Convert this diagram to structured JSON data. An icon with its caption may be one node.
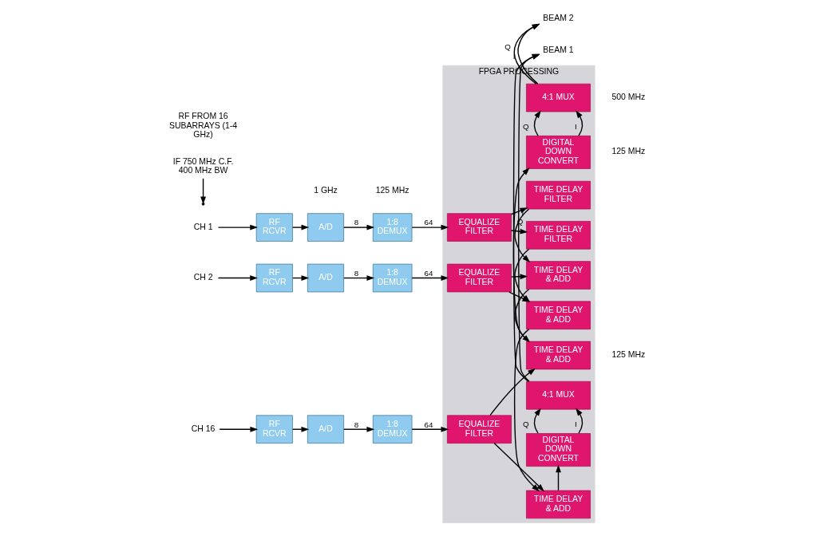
{
  "diagram": {
    "nodes": [
      {
        "text": [
          "FPGA PROCESSING"
        ]
      },
      {
        "text": [
          "CH 1"
        ]
      },
      {
        "text": [
          "RF RCVR"
        ]
      },
      {
        "text": [
          "A/D"
        ]
      },
      {
        "text": [
          "1:8 DEMUX"
        ]
      },
      {
        "text": [
          "EQUALIZE FILTER"
        ],
        "in": 0
      },
      {
        "text": [
          "TIME DELAY FILTER"
        ],
        "in": 0
      },
      {
        "text": [
          "TIME DELAY FILTER"
        ],
        "in": 0
      },
      {
        "text": [
          "CH 2"
        ]
      },
      {
        "text": [
          "RF RCVR"
        ]
      },
      {
        "text": [
          "A/D"
        ]
      },
      {
        "text": [
          "1:8 DEMUX"
        ]
      },
      {
        "text": [
          "EQUALIZE FILTER"
        ],
        "in": 0
      },
      {
        "text": [
          "TIME DELAY & ADD"
        ],
        "in": 0
      },
      {
        "text": [
          "TIME DELAY & ADD"
        ],
        "in": 0
      },
      {
        "text": [
          "CH 16"
        ]
      },
      {
        "text": [
          "RF RCVR"
        ]
      },
      {
        "text": [
          "A/D"
        ]
      },
      {
        "text": [
          "1:8 DEMUX"
        ]
      },
      {
        "text": [
          "EQUALIZE FILTER"
        ],
        "in": 0
      },
      {
        "text": [
          "TIME DELAY & ADD"
        ],
        "in": 0
      },
      {
        "text": [
          "TIME DELAY & ADD"
        ],
        "in": 0
      },
      {
        "text": [
          "DIGITAL DOWN CONVERT"
        ],
        "in": 0
      },
      {
        "text": [
          "DIGITAL DOWN CONVERT"
        ],
        "in": 0
      },
      {
        "text": [
          "4:1 MUX"
        ],
        "in": 0
      },
      {
        "text": [
          "4:1 MUX"
        ],
        "in": 0
      },
      {
        "text": [
          "BEAM 1"
        ]
      },
      {
        "text": [
          "BEAM 2"
        ]
      },
      {
        "text": [
          "IF 750 MHz C.F. 400 MHz BW"
        ]
      }
    ],
    "edges": [
      {
        "from": 1,
        "to": 2,
        "arrow": "to"
      },
      {
        "from": 2,
        "to": 3,
        "arrow": "to"
      },
      {
        "from": 3,
        "to": 4,
        "arrow": "to",
        "label": "8"
      },
      {
        "from": 4,
        "to": 5,
        "arrow": "to",
        "label": "64"
      },
      {
        "from": 5,
        "to": 6,
        "arrow": "to"
      },
      {
        "from": 5,
        "to": 7,
        "arrow": "to"
      },
      {
        "from": 8,
        "to": 9,
        "arrow": "to"
      },
      {
        "from": 9,
        "to": 10,
        "arrow": "to"
      },
      {
        "from": 10,
        "to": 11,
        "arrow": "to",
        "label": "8"
      },
      {
        "from": 11,
        "to": 12,
        "arrow": "to",
        "label": "64"
      },
      {
        "from": 12,
        "to": 13,
        "arrow": "to"
      },
      {
        "from": 12,
        "to": 14,
        "arrow": "to"
      },
      {
        "from": 6,
        "to": 13,
        "arrow": "to"
      },
      {
        "from": 7,
        "to": 14,
        "arrow": "to"
      },
      {
        "from": 15,
        "to": 16,
        "arrow": "to"
      },
      {
        "from": 16,
        "to": 17,
        "arrow": "to"
      },
      {
        "from": 17,
        "to": 18,
        "arrow": "to",
        "label": "8"
      },
      {
        "from": 18,
        "to": 19,
        "arrow": "to",
        "label": "64"
      },
      {
        "from": 19,
        "to": 20,
        "arrow": "to"
      },
      {
        "from": 19,
        "to": 21,
        "arrow": "to"
      },
      {
        "from": 13,
        "to": 20,
        "arrow": "to"
      },
      {
        "from": 14,
        "to": 21,
        "arrow": "to"
      },
      {
        "from": 20,
        "to": 22,
        "arrow": "to"
      },
      {
        "from": 21,
        "to": 23,
        "arrow": "to"
      },
      {
        "from": 22,
        "to": 24,
        "arrow": "to",
        "label": "I"
      },
      {
        "from": 22,
        "to": 24,
        "arrow": "to",
        "label": "Q"
      },
      {
        "from": 23,
        "to": 25,
        "arrow": "to",
        "label": "I"
      },
      {
        "from": 23,
        "to": 25,
        "arrow": "to",
        "label": "Q"
      },
      {
        "from": 24,
        "to": 26,
        "arrow": "to",
        "label": "I"
      },
      {
        "from": 24,
        "to": 26,
        "arrow": "to",
        "label": "Q"
      },
      {
        "from": 25,
        "to": 27,
        "arrow": "to",
        "label": "I"
      },
      {
        "from": 25,
        "to": 27,
        "arrow": "to",
        "label": "Q"
      },
      {
        "from": 28,
        "to": null,
        "arrow": "to"
      }
    ],
    "labels": [
      "1 GHz",
      "125 MHz",
      "RF FROM 16 SUBARRAYS (1-4 GHz)",
      "125 MHz",
      "125 MHz",
      "500 MHz"
    ]
  }
}
